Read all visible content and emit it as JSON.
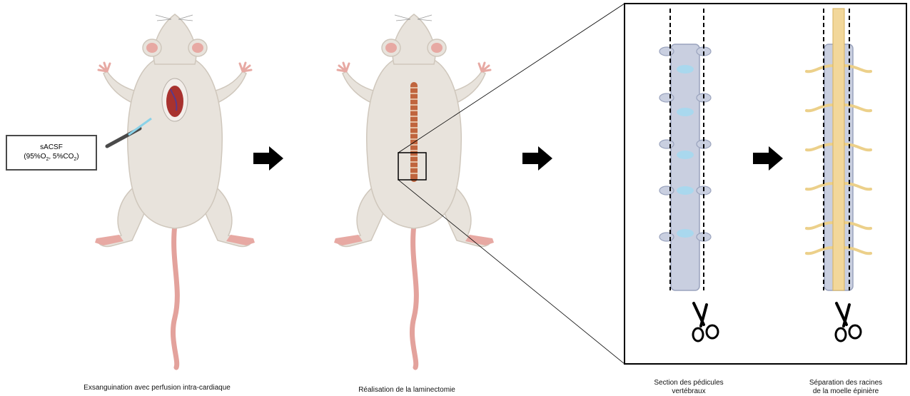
{
  "perfusion_box": {
    "line1": "sACSF",
    "line2_prefix": "(95%O",
    "line2_sub1": "2",
    "line2_mid": ", 5%CO",
    "line2_sub2": "2",
    "line2_suffix": ")"
  },
  "captions": {
    "step1": "Exsanguination avec perfusion intra-cardiaque",
    "step2": "Réalisation de la laminectomie",
    "step3_line1": "Section des pédicules",
    "step3_line2": "vertébraux",
    "step4_line1": "Séparation des racines",
    "step4_line2": "de la moelle épinière"
  },
  "colors": {
    "mouse_body": "#e8e3dc",
    "mouse_outline": "#cfc7bc",
    "paw_pink": "#e7a9a3",
    "tail": "#e3a29c",
    "heart": "#a8322f",
    "spine_bone": "#c9cfe0",
    "disc": "#a9d8ee",
    "spinal_cord": "#f2d79a",
    "nerve_root": "#ecd08a",
    "incision": "#c0653e",
    "arrow": "#000000",
    "box_border": "#000000"
  },
  "icons": [
    "arrow-right-icon",
    "scissors-icon",
    "syringe-icon"
  ]
}
